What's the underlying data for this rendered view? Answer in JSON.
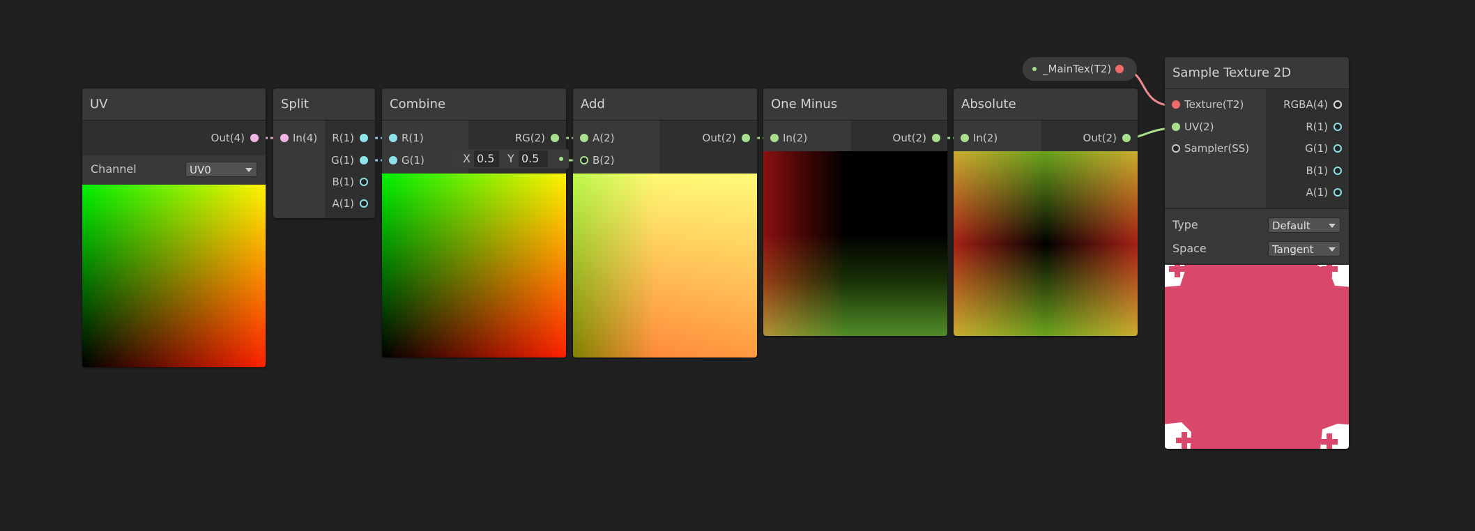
{
  "nodes": {
    "uv": {
      "title": "UV",
      "out_label": "Out(4)",
      "channel_label": "Channel",
      "channel_value": "UV0"
    },
    "split": {
      "title": "Split",
      "in_label": "In(4)",
      "outputs": [
        "R(1)",
        "G(1)",
        "B(1)",
        "A(1)"
      ]
    },
    "combine": {
      "title": "Combine",
      "inputs": [
        "R(1)",
        "G(1)"
      ],
      "out_label": "RG(2)"
    },
    "add": {
      "title": "Add",
      "inputs": [
        "A(2)",
        "B(2)"
      ],
      "out_label": "Out(2)",
      "b_default": {
        "x_label": "X",
        "x_value": "0.5",
        "y_label": "Y",
        "y_value": "0.5"
      }
    },
    "one_minus": {
      "title": "One Minus",
      "in_label": "In(2)",
      "out_label": "Out(2)"
    },
    "absolute": {
      "title": "Absolute",
      "in_label": "In(2)",
      "out_label": "Out(2)"
    },
    "maintex": {
      "label": "_MainTex(T2)"
    },
    "sample_texture": {
      "title": "Sample Texture 2D",
      "inputs": [
        "Texture(T2)",
        "UV(2)",
        "Sampler(SS)"
      ],
      "outputs": [
        "RGBA(4)",
        "R(1)",
        "G(1)",
        "B(1)",
        "A(1)"
      ],
      "type_label": "Type",
      "type_value": "Default",
      "space_label": "Space",
      "space_value": "Tangent"
    }
  },
  "colors": {
    "background": "#202020",
    "vector4_port": "#f3b4e6",
    "float_port": "#8ee2e9",
    "vector2_port": "#a8e08e",
    "texture_port": "#f26b6b",
    "sampler_port": "#c9c9c9",
    "texture_preview": "#d9476a"
  },
  "icons": [
    "caret-down-icon",
    "port-dot-icon",
    "plus-sticker-icon"
  ]
}
